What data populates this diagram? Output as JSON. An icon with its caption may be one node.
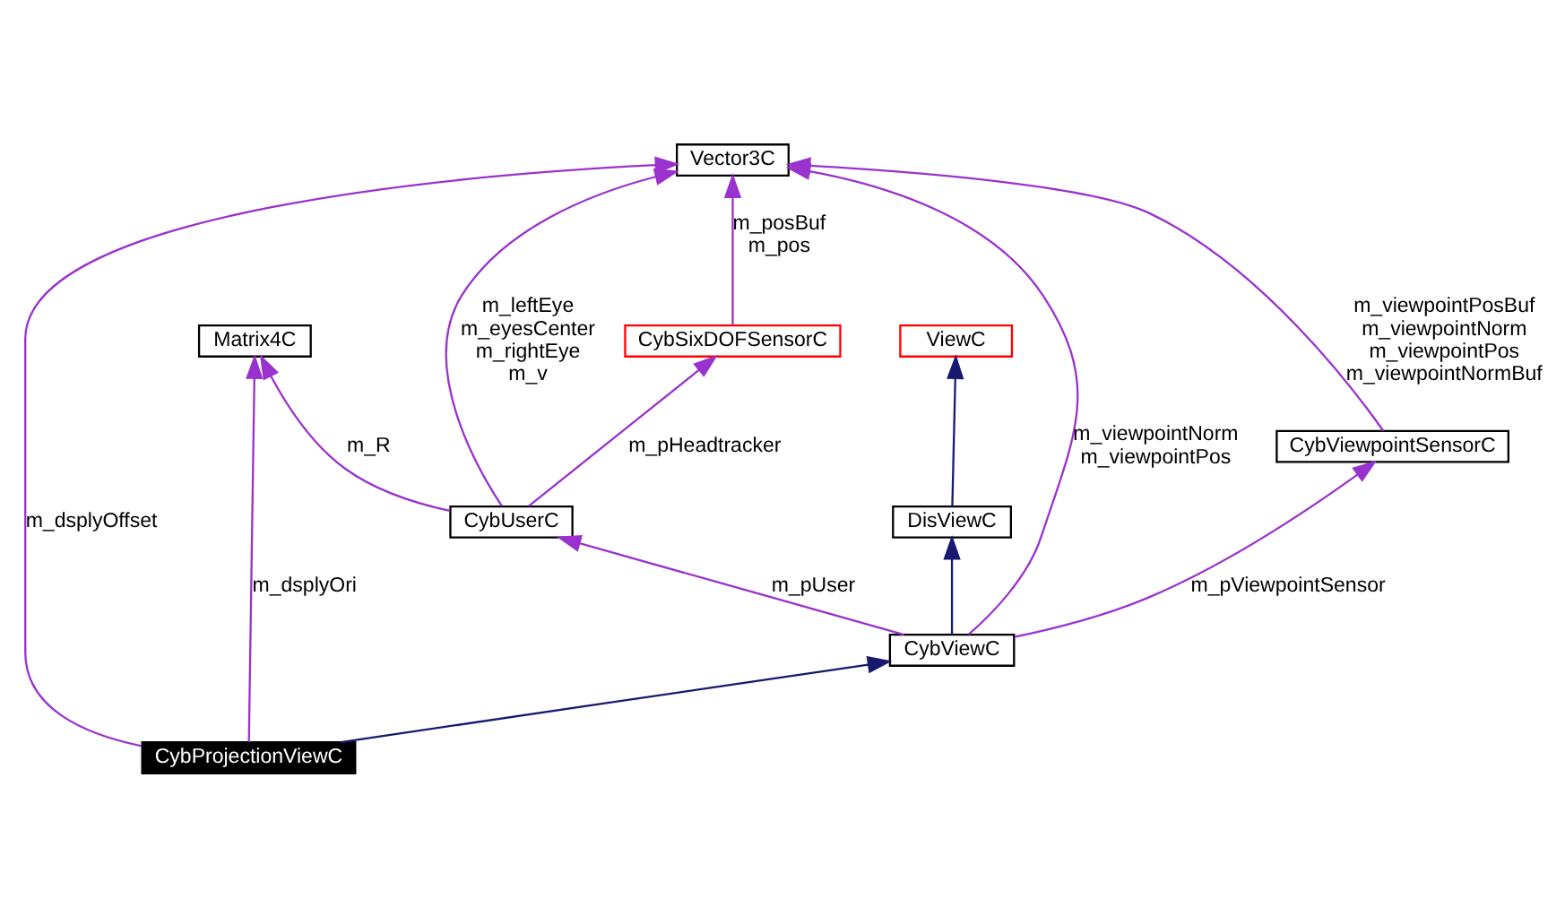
{
  "diagram": {
    "nodes": [
      {
        "text": [
          "Vector3C"
        ]
      },
      {
        "text": [
          "Matrix4C"
        ]
      },
      {
        "text": [
          "CybSixDOFSensorC"
        ]
      },
      {
        "text": [
          "ViewC"
        ]
      },
      {
        "text": [
          "CybViewpointSensorC"
        ]
      },
      {
        "text": [
          "CybUserC"
        ]
      },
      {
        "text": [
          "DisViewC"
        ]
      },
      {
        "text": [
          "CybViewC"
        ]
      },
      {
        "text": [
          "CybProjectionViewC"
        ]
      }
    ],
    "edges": [
      {
        "from": 8,
        "to": 0,
        "arrow": "to",
        "label": "m_dsplyOffset"
      },
      {
        "from": 8,
        "to": 1,
        "arrow": "to",
        "label": "m_dsplyOri"
      },
      {
        "from": 8,
        "to": 7,
        "arrow": "to",
        "color": "#191970"
      },
      {
        "from": 5,
        "to": 0,
        "arrow": "to",
        "label": "m_leftEye m_eyesCenter m_rightEye m_v"
      },
      {
        "from": 5,
        "to": 1,
        "arrow": "to",
        "label": "m_R"
      },
      {
        "from": 5,
        "to": 2,
        "arrow": "to",
        "label": "m_pHeadtracker"
      },
      {
        "from": 2,
        "to": 0,
        "arrow": "to",
        "label": "m_posBuf m_pos"
      },
      {
        "from": 4,
        "to": 0,
        "arrow": "to",
        "label": "m_viewpointPosBuf m_viewpointNorm m_viewpointPos m_viewpointNormBuf"
      },
      {
        "from": 7,
        "to": 0,
        "arrow": "to",
        "label": "m_viewpointNorm m_viewpointPos"
      },
      {
        "from": 7,
        "to": 5,
        "arrow": "to",
        "label": "m_pUser"
      },
      {
        "from": 7,
        "to": 4,
        "arrow": "to",
        "label": "m_pViewpointSensor"
      },
      {
        "from": 7,
        "to": 6,
        "arrow": "to",
        "color": "#191970"
      },
      {
        "from": 6,
        "to": 3,
        "arrow": "to",
        "color": "#191970"
      }
    ]
  }
}
